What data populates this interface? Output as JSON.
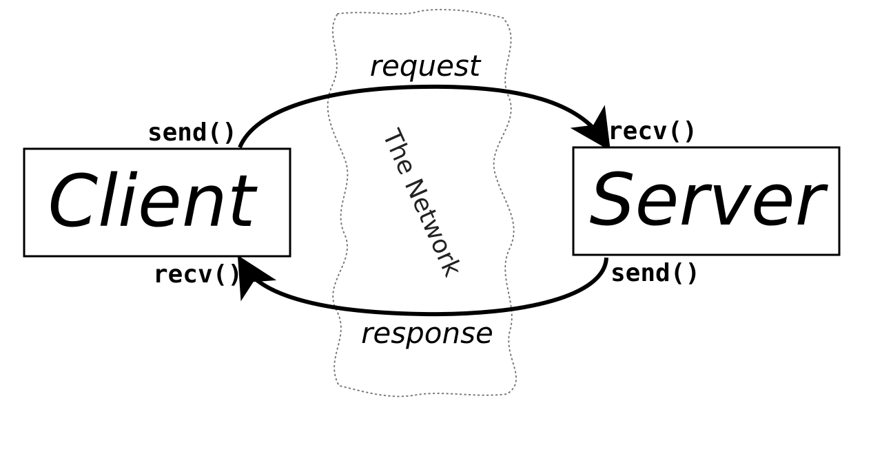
{
  "nodes": {
    "client": {
      "label": "Client",
      "send_label": "send()",
      "recv_label": "recv()"
    },
    "server": {
      "label": "Server",
      "send_label": "send()",
      "recv_label": "recv()"
    }
  },
  "network": {
    "label": "The Network"
  },
  "edges": {
    "request": {
      "label": "request",
      "from": "client",
      "to": "server"
    },
    "response": {
      "label": "response",
      "from": "server",
      "to": "client"
    }
  },
  "colors": {
    "stroke": "#000000",
    "network_outline": "#777777",
    "background": "#ffffff"
  }
}
